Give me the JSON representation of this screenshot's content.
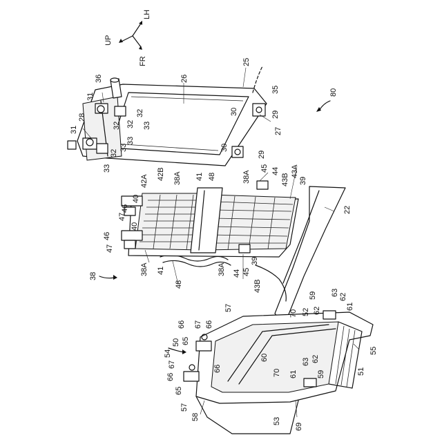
{
  "orientation": {
    "up": "UP",
    "lh": "LH",
    "fr": "FR"
  },
  "refs": {
    "r80": "80",
    "r25": "25",
    "r26": "26",
    "r35": "35",
    "r36": "36",
    "r31a": "31",
    "r31b": "31",
    "r32a": "32",
    "r32b": "32",
    "r32c": "32",
    "r32d": "32",
    "r33a": "33",
    "r33b": "33",
    "r33c": "33",
    "r33d": "33",
    "r28": "28",
    "r27": "27",
    "r29a": "29",
    "r29b": "29",
    "r30a": "30",
    "r30b": "30",
    "r38": "38",
    "r38Aa": "38A",
    "r38Ab": "38A",
    "r38Ac": "38A",
    "r38Ad": "38A",
    "r39a": "39",
    "r39b": "39",
    "r40a": "40",
    "r40b": "40",
    "r41a": "41",
    "r41b": "41",
    "r42A": "42A",
    "r42B": "42B",
    "r43A": "43A",
    "r43B": "43B",
    "r43Bb": "43B",
    "r44a": "44",
    "r44b": "44",
    "r45a": "45",
    "r45b": "45",
    "r46a": "46",
    "r46b": "46",
    "r47a": "47",
    "r47b": "47",
    "r48a": "48",
    "r48b": "48",
    "r22": "22",
    "r50": "50",
    "r51": "51",
    "r52": "52",
    "r53": "53",
    "r54": "54",
    "r55": "55",
    "r57a": "57",
    "r57b": "57",
    "r58": "58",
    "r59a": "59",
    "r59b": "59",
    "r60": "60",
    "r61a": "61",
    "r61b": "61",
    "r62a": "62",
    "r62b": "62",
    "r62c": "62",
    "r63a": "63",
    "r63b": "63",
    "r65a": "65",
    "r65b": "65",
    "r66a": "66",
    "r66b": "66",
    "r66c": "66",
    "r66d": "66",
    "r67a": "67",
    "r67b": "67",
    "r69": "69",
    "r70a": "70",
    "r70b": "70"
  }
}
